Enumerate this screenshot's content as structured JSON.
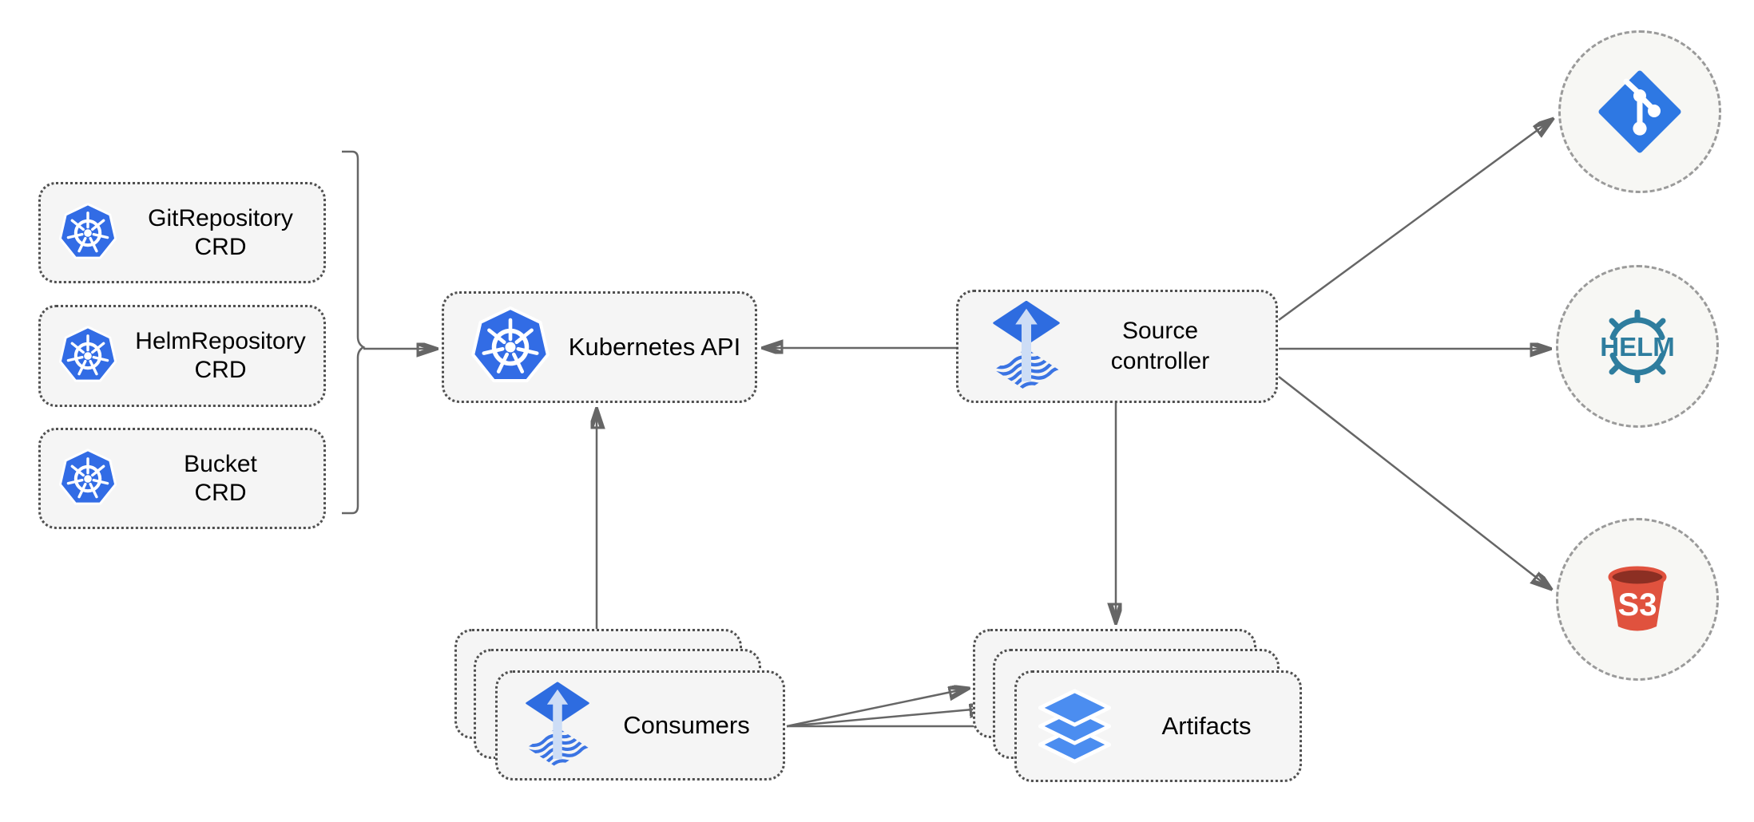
{
  "diagram": {
    "subject": "source-controller architecture",
    "nodes": {
      "crd_boxes": [
        {
          "name": "gitrepository-crd",
          "line1": "GitRepository",
          "line2": "CRD"
        },
        {
          "name": "helmrepository-crd",
          "line1": "HelmRepository",
          "line2": "CRD"
        },
        {
          "name": "bucket-crd",
          "line1": "Bucket",
          "line2": "CRD"
        }
      ],
      "kubernetes_api": {
        "label": "Kubernetes API"
      },
      "source_controller": {
        "line1": "Source",
        "line2": "controller"
      },
      "consumers": {
        "label": "Consumers",
        "stack_count": 3
      },
      "artifacts": {
        "label": "Artifacts",
        "stack_count": 3
      },
      "git": {
        "icon": "git-branch-icon"
      },
      "helm": {
        "icon": "helm-wheel-icon",
        "logo_text": "HELM"
      },
      "s3": {
        "icon": "s3-bucket-icon",
        "logo_text": "S3"
      }
    },
    "edges": [
      {
        "from": "crd-group",
        "to": "kubernetes-api",
        "style": "arrow"
      },
      {
        "from": "source-controller",
        "to": "kubernetes-api",
        "style": "arrow"
      },
      {
        "from": "consumers",
        "to": "kubernetes-api",
        "style": "arrow"
      },
      {
        "from": "source-controller",
        "to": "artifacts",
        "style": "arrow"
      },
      {
        "from": "source-controller",
        "to": "git",
        "style": "arrow"
      },
      {
        "from": "source-controller",
        "to": "helm",
        "style": "arrow"
      },
      {
        "from": "source-controller",
        "to": "s3",
        "style": "arrow"
      },
      {
        "from": "consumers",
        "to": "artifacts",
        "style": "arrow",
        "count": 3
      }
    ],
    "colors": {
      "kubernetes_blue": "#326CE5",
      "flux_blue": "#2E6CE0",
      "flux_arrow_light": "#CDDDF6",
      "git_blue": "#2E78E3",
      "layers_blue": "#4B8DF0",
      "helm_teal": "#2E7D9E",
      "s3_red": "#E0523E",
      "s3_dark_red": "#8C2F23",
      "node_fill": "#F5F5F5",
      "dotted_border": "#4F4F4F",
      "dashed_border": "#9A9A9A",
      "connector_gray": "#666666",
      "text_color": "#000000"
    }
  }
}
